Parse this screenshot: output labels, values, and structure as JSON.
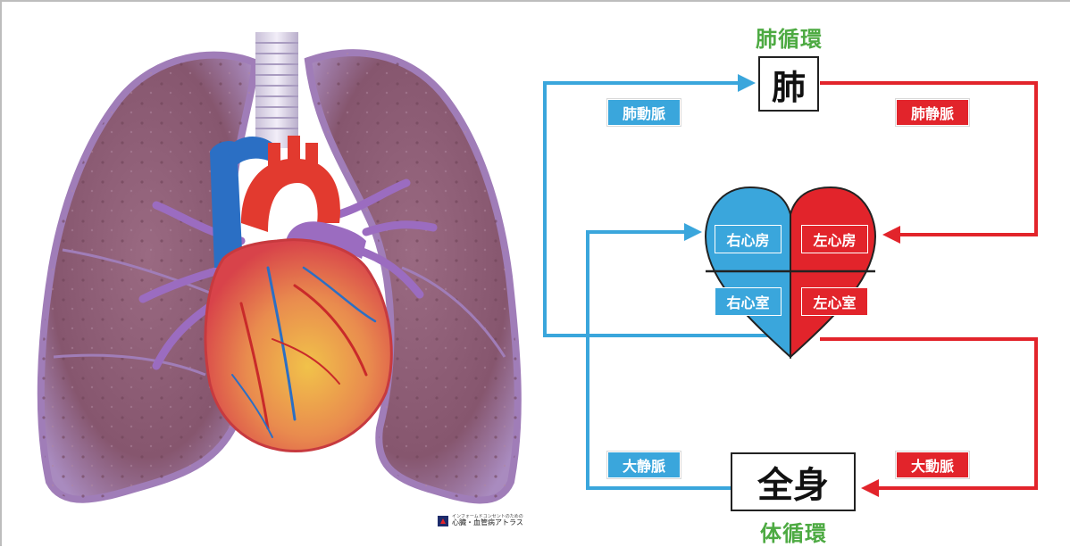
{
  "circulation": {
    "pulmonary_label": "肺循環",
    "systemic_label": "体循環"
  },
  "organs": {
    "lung": "肺",
    "body": "全身"
  },
  "vessels": {
    "pulmonary_artery": "肺動脈",
    "pulmonary_vein": "肺静脈",
    "vena_cava": "大静脈",
    "aorta": "大動脈"
  },
  "heart": {
    "right_atrium": "右心房",
    "left_atrium": "左心房",
    "right_ventricle": "右心室",
    "left_ventricle": "左心室"
  },
  "logo": {
    "subtitle": "インフォームドコンセントのための",
    "title": "心臓・血管病アトラス"
  },
  "colors": {
    "deoxygenated": "#3aa6dc",
    "oxygenated": "#e2242b",
    "label_green": "#4daa42",
    "lung_tissue": "#8a5a72",
    "pleura": "#b69ac8"
  }
}
